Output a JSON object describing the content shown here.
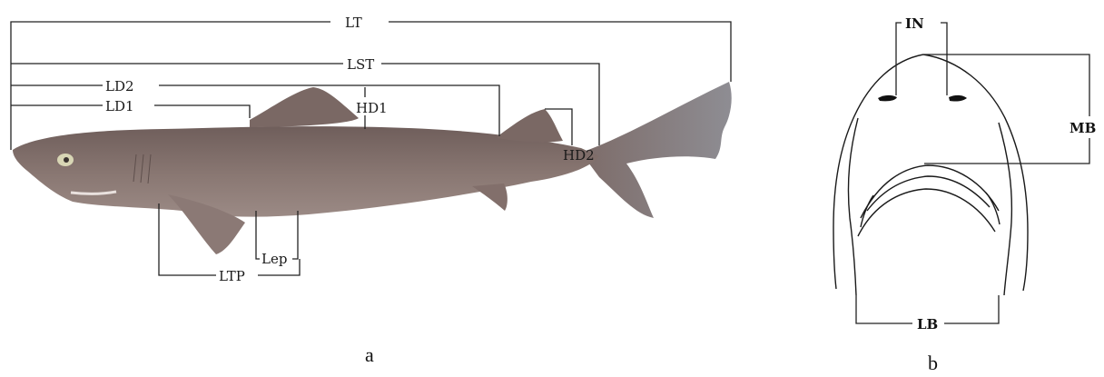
{
  "panel_a": {
    "labels": {
      "lt": "LT",
      "lst": "LST",
      "ld2": "LD2",
      "ld1": "LD1",
      "hd1": "HD1",
      "hd2": "HD2",
      "lep": "Lep",
      "ltp": "LTP"
    },
    "caption": "a"
  },
  "panel_b": {
    "labels": {
      "in": "IN",
      "mb": "MB",
      "lb": "LB"
    },
    "caption": "b"
  }
}
